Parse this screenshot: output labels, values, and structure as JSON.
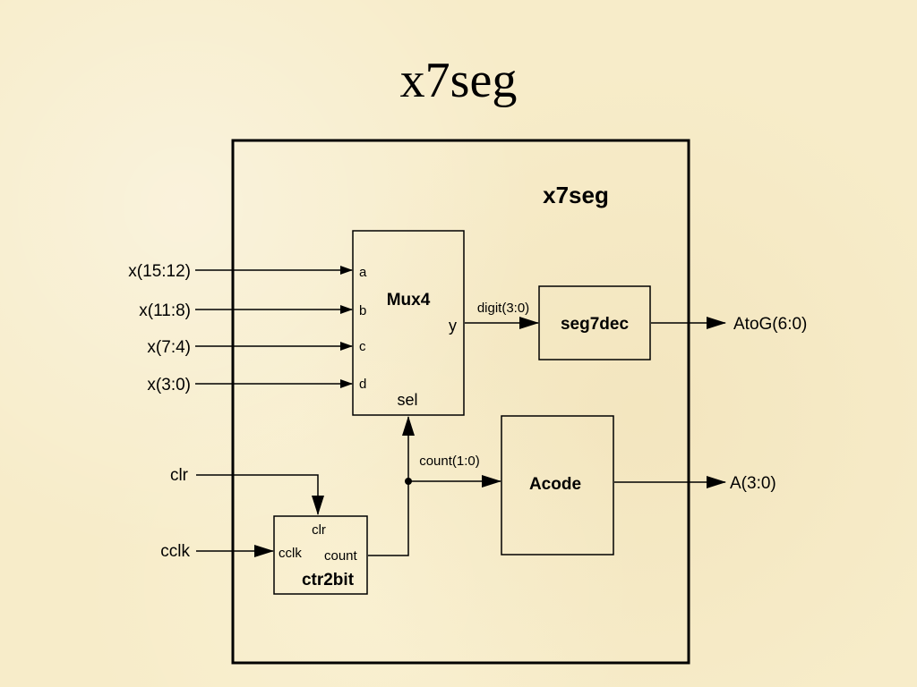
{
  "title": "x7seg",
  "diagram": {
    "outer_label": "x7seg",
    "blocks": {
      "mux": {
        "name": "Mux4",
        "ports": {
          "a": "a",
          "b": "b",
          "c": "c",
          "d": "d",
          "y": "y",
          "sel": "sel"
        }
      },
      "seg7dec": {
        "name": "seg7dec"
      },
      "acode": {
        "name": "Acode"
      },
      "ctr2bit": {
        "name": "ctr2bit",
        "ports": {
          "clr": "clr",
          "cclk": "cclk",
          "count": "count"
        }
      }
    },
    "inputs": {
      "x15": "x(15:12)",
      "x11": "x(11:8)",
      "x7": "x(7:4)",
      "x3": "x(3:0)",
      "clr": "clr",
      "cclk": "cclk"
    },
    "outputs": {
      "atog": "AtoG(6:0)",
      "a": "A(3:0)"
    },
    "signals": {
      "digit": "digit(3:0)",
      "count": "count(1:0)"
    }
  }
}
